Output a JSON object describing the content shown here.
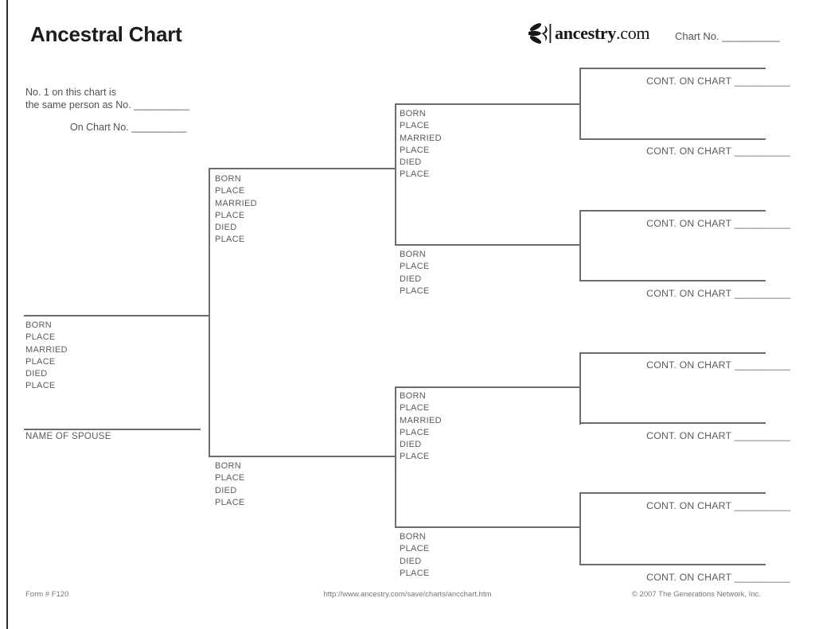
{
  "header": {
    "title": "Ancestral Chart",
    "chart_no": "Chart No. __________",
    "logo_brand": "ancestry",
    "logo_tld": ".com"
  },
  "note": {
    "line1": "No. 1 on this chart is",
    "line2": "the same person as No. __________",
    "line3": "On Chart No. __________"
  },
  "field_labels": {
    "full": [
      "BORN",
      "PLACE",
      "MARRIED",
      "PLACE",
      "DIED",
      "PLACE"
    ],
    "short": [
      "BORN",
      "PLACE",
      "DIED",
      "PLACE"
    ],
    "spouse": "NAME OF SPOUSE",
    "cont_on_chart": "CONT. ON CHART __________"
  },
  "footer": {
    "form_number": "Form # F120",
    "url": "http://www.ancestry.com/save/charts/ancchart.htm",
    "copyright": "© 2007 The Generations Network, Inc."
  }
}
